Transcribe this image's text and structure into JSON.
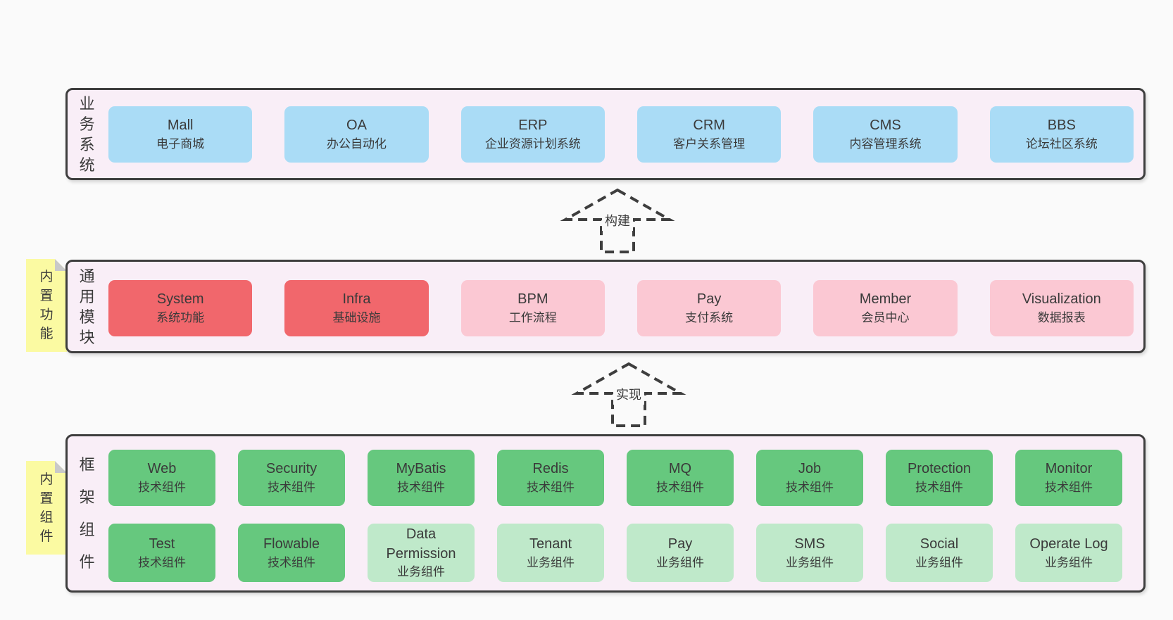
{
  "colors": {
    "page_bg": "#fafafa",
    "band_bg": "#f9eef7",
    "border": "#3e3e3e",
    "text": "#3a3a3a",
    "blue": "#aadcf6",
    "red": "#f1676c",
    "pink": "#fbc8d3",
    "green": "#66c87e",
    "light_green": "#bfe9ca",
    "sticky_bg": "#fbfaa2",
    "fold": "#c9c9c9"
  },
  "arrows": [
    {
      "label": "构建"
    },
    {
      "label": "实现"
    }
  ],
  "bands": [
    {
      "label": "业务系统",
      "sticky": null,
      "rows": [
        [
          {
            "name": "Mall",
            "sub": "电子商城",
            "color": "blue"
          },
          {
            "name": "OA",
            "sub": "办公自动化",
            "color": "blue"
          },
          {
            "name": "ERP",
            "sub": "企业资源计划系统",
            "color": "blue"
          },
          {
            "name": "CRM",
            "sub": "客户关系管理",
            "color": "blue"
          },
          {
            "name": "CMS",
            "sub": "内容管理系统",
            "color": "blue"
          },
          {
            "name": "BBS",
            "sub": "论坛社区系统",
            "color": "blue"
          }
        ]
      ]
    },
    {
      "label": "通用模块",
      "sticky": "内置功能",
      "rows": [
        [
          {
            "name": "System",
            "sub": "系统功能",
            "color": "red"
          },
          {
            "name": "Infra",
            "sub": "基础设施",
            "color": "red"
          },
          {
            "name": "BPM",
            "sub": "工作流程",
            "color": "pink"
          },
          {
            "name": "Pay",
            "sub": "支付系统",
            "color": "pink"
          },
          {
            "name": "Member",
            "sub": "会员中心",
            "color": "pink"
          },
          {
            "name": "Visualization",
            "sub": "数据报表",
            "color": "pink"
          }
        ]
      ]
    },
    {
      "label": "框架组件",
      "sticky": "内置组件",
      "rows": [
        [
          {
            "name": "Web",
            "sub": "技术组件",
            "color": "green"
          },
          {
            "name": "Security",
            "sub": "技术组件",
            "color": "green"
          },
          {
            "name": "MyBatis",
            "sub": "技术组件",
            "color": "green"
          },
          {
            "name": "Redis",
            "sub": "技术组件",
            "color": "green"
          },
          {
            "name": "MQ",
            "sub": "技术组件",
            "color": "green"
          },
          {
            "name": "Job",
            "sub": "技术组件",
            "color": "green"
          },
          {
            "name": "Protection",
            "sub": "技术组件",
            "color": "green"
          },
          {
            "name": "Monitor",
            "sub": "技术组件",
            "color": "green"
          }
        ],
        [
          {
            "name": "Test",
            "sub": "技术组件",
            "color": "green"
          },
          {
            "name": "Flowable",
            "sub": "技术组件",
            "color": "green"
          },
          {
            "name": "Data Permission",
            "sub": "业务组件",
            "color": "light_green"
          },
          {
            "name": "Tenant",
            "sub": "业务组件",
            "color": "light_green"
          },
          {
            "name": "Pay",
            "sub": "业务组件",
            "color": "light_green"
          },
          {
            "name": "SMS",
            "sub": "业务组件",
            "color": "light_green"
          },
          {
            "name": "Social",
            "sub": "业务组件",
            "color": "light_green"
          },
          {
            "name": "Operate Log",
            "sub": "业务组件",
            "color": "light_green"
          }
        ]
      ]
    }
  ]
}
